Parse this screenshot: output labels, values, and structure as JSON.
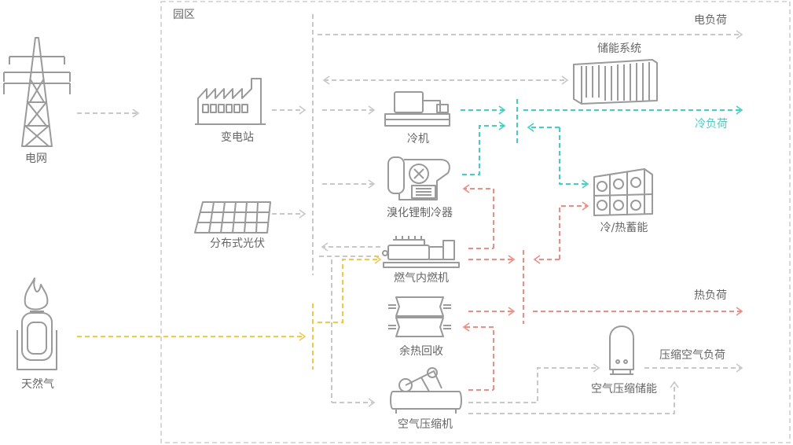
{
  "region_label": "园区",
  "sources": {
    "grid": "电网",
    "gas": "天然气"
  },
  "nodes": {
    "substation": "变电站",
    "pv": "分布式光伏",
    "chiller": "冷机",
    "absorption_chiller": "溴化锂制冷器",
    "gas_engine": "燃气内燃机",
    "heat_recovery": "余热回收",
    "air_compressor": "空气压缩机",
    "storage_system": "储能系统",
    "thermal_storage": "冷/热蓄能",
    "air_storage": "空气压缩储能"
  },
  "loads": {
    "electric": "电负荷",
    "cooling": "冷负荷",
    "heating": "热负荷",
    "compressed_air": "压缩空气负荷"
  },
  "colors": {
    "electric": "#c8c8c8",
    "cooling": "#3fd1c4",
    "heating": "#f28b82",
    "gas": "#f7c744",
    "icon": "#9a9a9a"
  }
}
